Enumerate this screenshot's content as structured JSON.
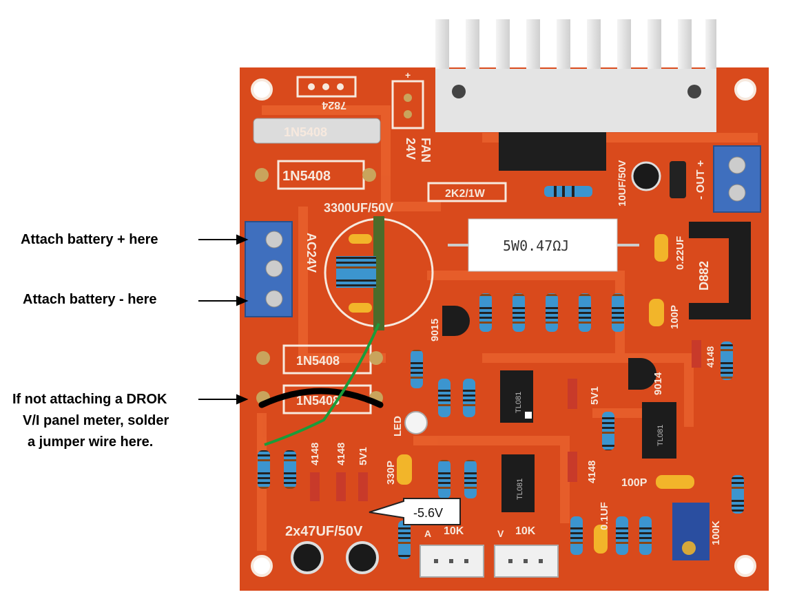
{
  "callouts": {
    "battery_plus": "Attach battery + here",
    "battery_minus": "Attach battery - here",
    "jumper_line1": "If not attaching a DROK",
    "jumper_line2": "V/I panel meter, solder",
    "jumper_line3": "a jumper wire here.",
    "voltage_tag": "-5.6V"
  },
  "silkscreen": {
    "reg": "7824",
    "fuse": "1N5408",
    "diode_top": "1N5408",
    "fan_plus": "+",
    "fan_label": "FAN",
    "fan_volt": "24V",
    "res_2k2": "2K2/1W",
    "cap_main": "3300UF/50V",
    "cap_10uf": "10UF/50V",
    "out_label": "- OUT +",
    "power_res": "5W0.47ΩJ",
    "cap_022": "0.22UF",
    "transistor_d882": "D882",
    "ac_input": "AC24V",
    "transistor_9015": "9015",
    "cap_100p_a": "100P",
    "diode_4148_r": "4148",
    "transistor_9014": "9014",
    "diode_mid": "1N5408",
    "diode_low": "1N5408",
    "led": "LED",
    "zener_5v1_mid": "5V1",
    "ic1": "TL081",
    "ic2": "TL081",
    "ic3": "TL081",
    "d4148_1": "4148",
    "d4148_2": "4148",
    "zener_5v1_low": "5V1",
    "cap_330p": "330P",
    "diode_4148_mid": "4148",
    "cap_100p_b": "100P",
    "cap_01uf": "0.1UF",
    "pot_100k": "100K",
    "cap_2x47": "2x47UF/50V",
    "conn_a": "A",
    "pot_a": "10K",
    "conn_v": "V",
    "pot_v": "10K"
  },
  "colors": {
    "pcb": "#d94a1c",
    "trace": "#e8602c",
    "silk": "#f7e9de",
    "terminal": "#3f6fbe",
    "resistor": "#3c95cf",
    "jumper": "#1a9c3a",
    "heatsink": "#e4e4e4"
  }
}
